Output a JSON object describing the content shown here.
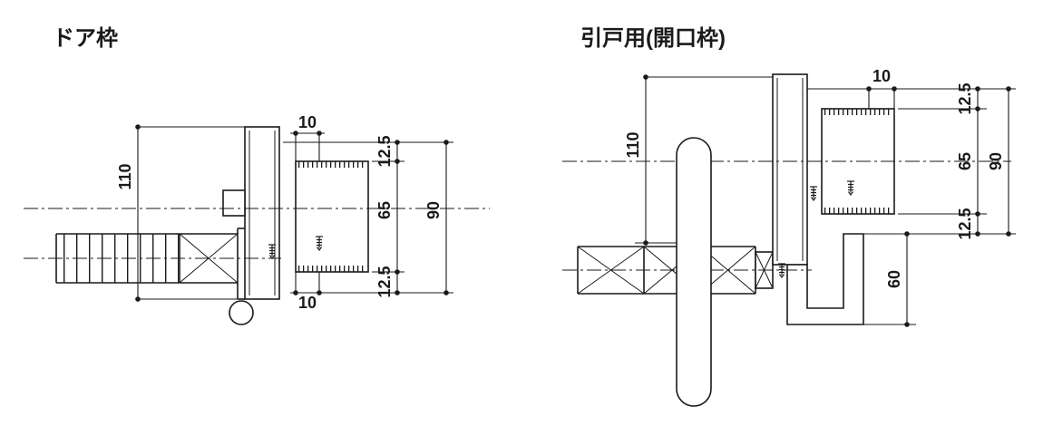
{
  "style": {
    "ink": "#1a1a1a",
    "background": "#ffffff"
  },
  "left": {
    "title": "ドア枠",
    "dims": {
      "d110": "110",
      "d10_top": "10",
      "d12_5_top": "12.5",
      "d65": "65",
      "d90": "90",
      "d12_5_bottom": "12.5",
      "d10_bottom": "10"
    }
  },
  "right": {
    "title": "引戸用(開口枠)",
    "dims": {
      "d110": "110",
      "d10": "10",
      "d12_5_top": "12.5",
      "d65": "65",
      "d90": "90",
      "d12_5_bottom": "12.5",
      "d60": "60"
    }
  }
}
